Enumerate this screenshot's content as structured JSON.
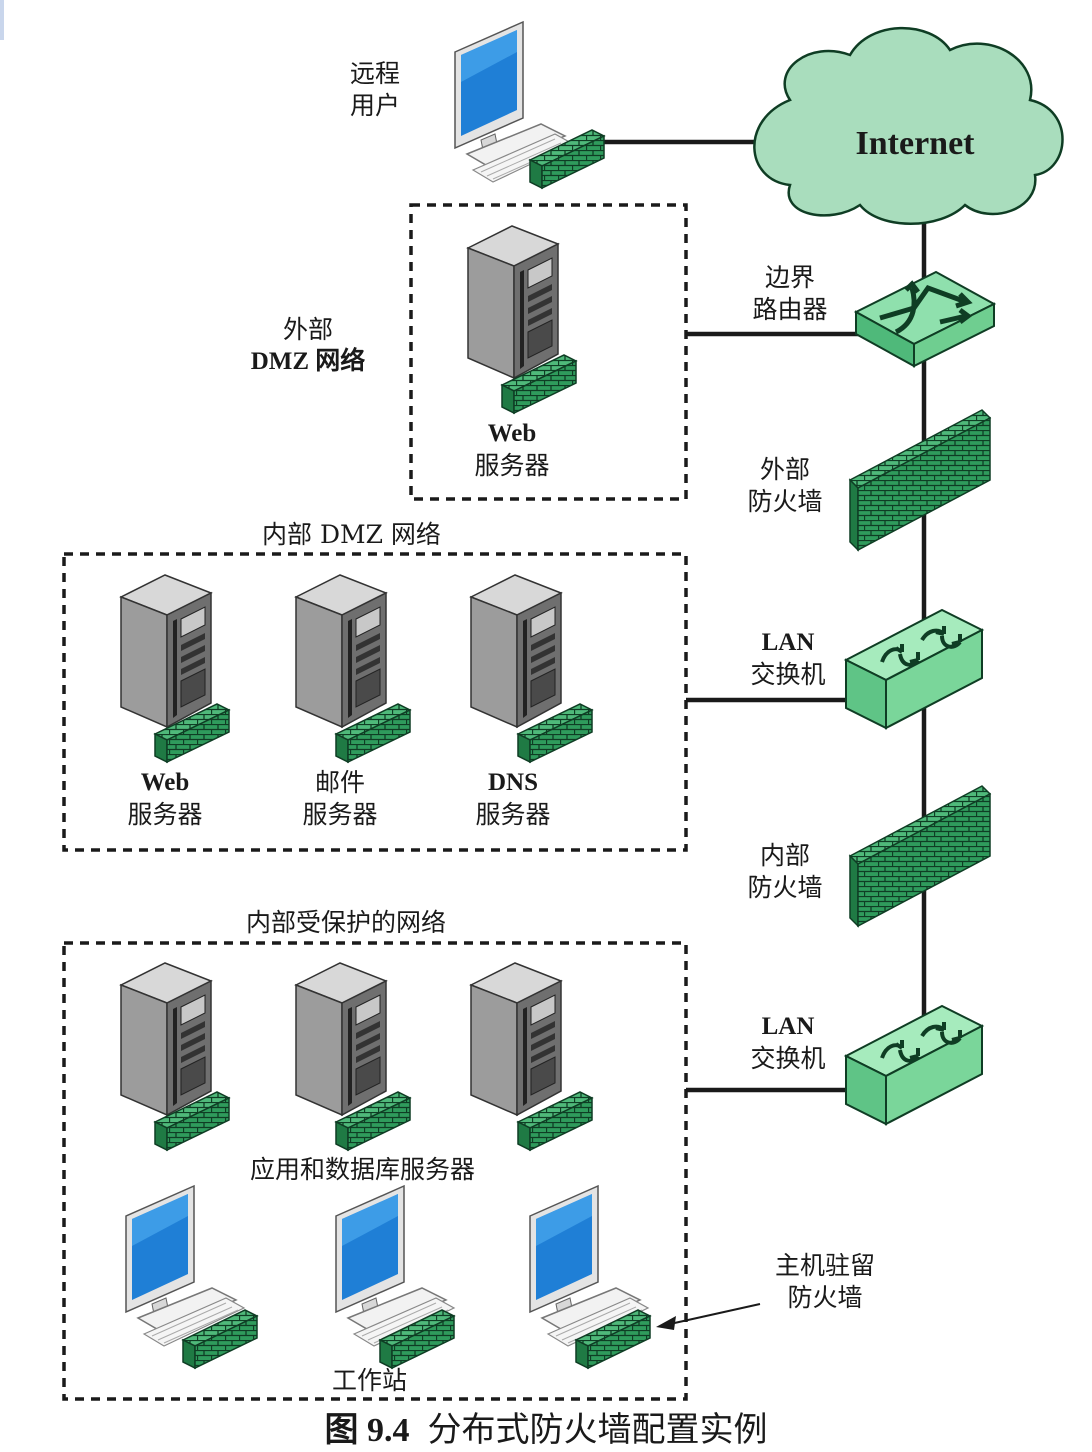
{
  "cloud": {
    "label": "Internet"
  },
  "remote_user": {
    "line1": "远程",
    "line2": "用户"
  },
  "border_router": {
    "line1": "边界",
    "line2": "路由器"
  },
  "external_firewall": {
    "line1": "外部",
    "line2": "防火墙"
  },
  "lan_switch_1": {
    "line1": "LAN",
    "line2": "交换机"
  },
  "internal_firewall": {
    "line1": "内部",
    "line2": "防火墙"
  },
  "lan_switch_2": {
    "line1": "LAN",
    "line2": "交换机"
  },
  "host_firewall": {
    "line1": "主机驻留",
    "line2": "防火墙"
  },
  "external_dmz": {
    "title_line1": "外部",
    "title_line2": "DMZ 网络",
    "server": {
      "line1": "Web",
      "line2": "服务器"
    }
  },
  "internal_dmz": {
    "title": "内部 DMZ 网络",
    "servers": [
      {
        "line1": "Web",
        "line2": "服务器"
      },
      {
        "line1": "邮件",
        "line2": "服务器"
      },
      {
        "line1": "DNS",
        "line2": "服务器"
      }
    ]
  },
  "protected_network": {
    "title": "内部受保护的网络",
    "servers_label": "应用和数据库服务器",
    "workstations_label": "工作站"
  },
  "caption": {
    "number": "图 9.4",
    "text": "分布式防火墙配置实例"
  },
  "colors": {
    "firewall_green": "#2e9a5c",
    "switch_green": "#8fe0ad",
    "cloud_green": "#a8dcbc",
    "monitor_blue": "#1f7fd6",
    "server_gray": "#9a9a9a"
  }
}
